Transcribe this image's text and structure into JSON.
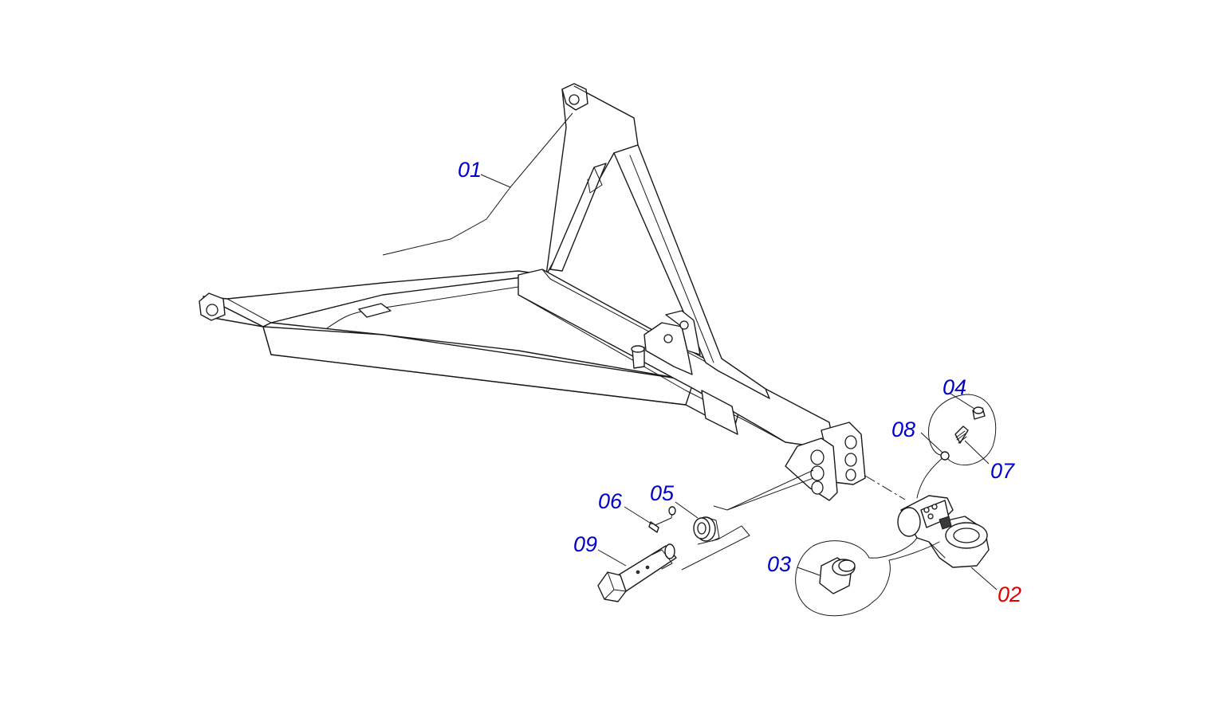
{
  "diagram": {
    "callouts": [
      {
        "id": "c01",
        "label": "01",
        "color": "#0000cc"
      },
      {
        "id": "c02",
        "label": "02",
        "color": "#e00000"
      },
      {
        "id": "c03",
        "label": "03",
        "color": "#0000cc"
      },
      {
        "id": "c04",
        "label": "04",
        "color": "#0000cc"
      },
      {
        "id": "c05",
        "label": "05",
        "color": "#0000cc"
      },
      {
        "id": "c06",
        "label": "06",
        "color": "#0000cc"
      },
      {
        "id": "c07",
        "label": "07",
        "color": "#0000cc"
      },
      {
        "id": "c08",
        "label": "08",
        "color": "#0000cc"
      },
      {
        "id": "c09",
        "label": "09",
        "color": "#0000cc"
      }
    ],
    "highlight_color": "#e00000",
    "callout_color": "#0000cc"
  }
}
